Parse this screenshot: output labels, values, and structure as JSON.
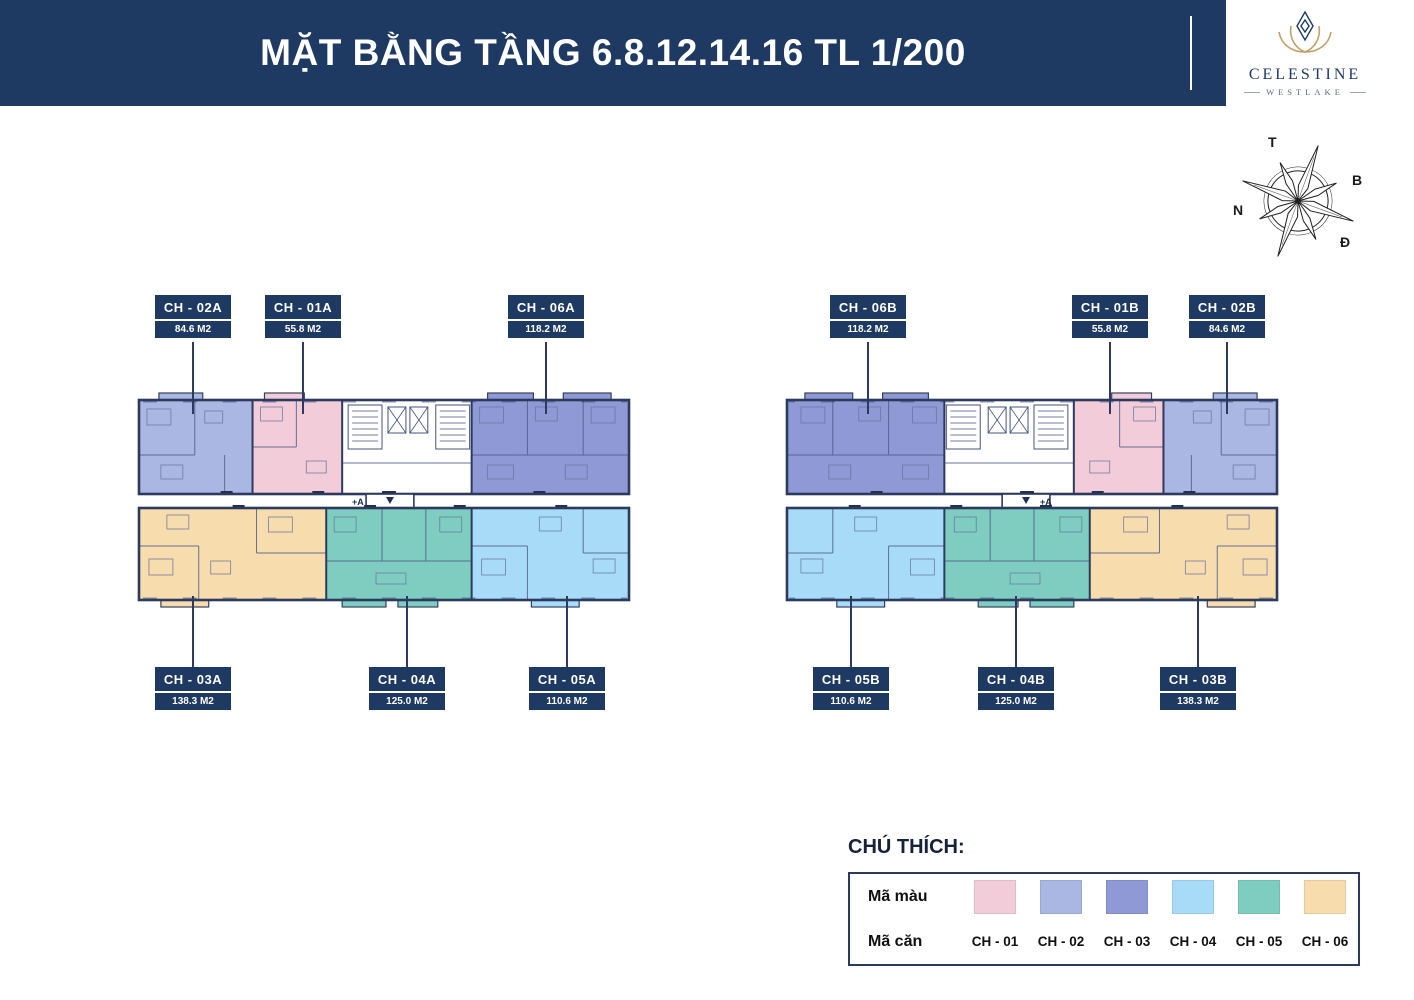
{
  "header": {
    "title": "MẶT BẰNG TẦNG 6.8.12.14.16 TL 1/200"
  },
  "logo": {
    "name": "CELESTINE",
    "subname": "WESTLAKE"
  },
  "compass": {
    "top": "T",
    "right": "B",
    "left": "N",
    "bottom": "Đ"
  },
  "palette": {
    "navy": "#1e3a63",
    "pink": "#f2ccd8",
    "periwinkle": "#a9b7e2",
    "purple": "#8e99d6",
    "skyblue": "#a8dbf7",
    "teal": "#7ecdc0",
    "sand": "#f7dcae"
  },
  "core_label": "+A",
  "units": {
    "ch02a": {
      "code": "CH - 02A",
      "area": "84.6 M2"
    },
    "ch01a": {
      "code": "CH - 01A",
      "area": "55.8 M2"
    },
    "ch06a": {
      "code": "CH - 06A",
      "area": "118.2 M2"
    },
    "ch03a": {
      "code": "CH - 03A",
      "area": "138.3 M2"
    },
    "ch04a": {
      "code": "CH - 04A",
      "area": "125.0 M2"
    },
    "ch05a": {
      "code": "CH - 05A",
      "area": "110.6 M2"
    },
    "ch06b": {
      "code": "CH - 06B",
      "area": "118.2 M2"
    },
    "ch01b": {
      "code": "CH - 01B",
      "area": "55.8 M2"
    },
    "ch02b": {
      "code": "CH - 02B",
      "area": "84.6 M2"
    },
    "ch05b": {
      "code": "CH - 05B",
      "area": "110.6 M2"
    },
    "ch04b": {
      "code": "CH - 04B",
      "area": "125.0 M2"
    },
    "ch03b": {
      "code": "CH - 03B",
      "area": "138.3 M2"
    }
  },
  "legend": {
    "heading": "CHÚ THÍCH:",
    "rows": {
      "color": "Mã màu",
      "unit": "Mã căn"
    },
    "codes": [
      "CH - 01",
      "CH - 02",
      "CH - 03",
      "CH - 04",
      "CH - 05",
      "CH - 06"
    ]
  }
}
